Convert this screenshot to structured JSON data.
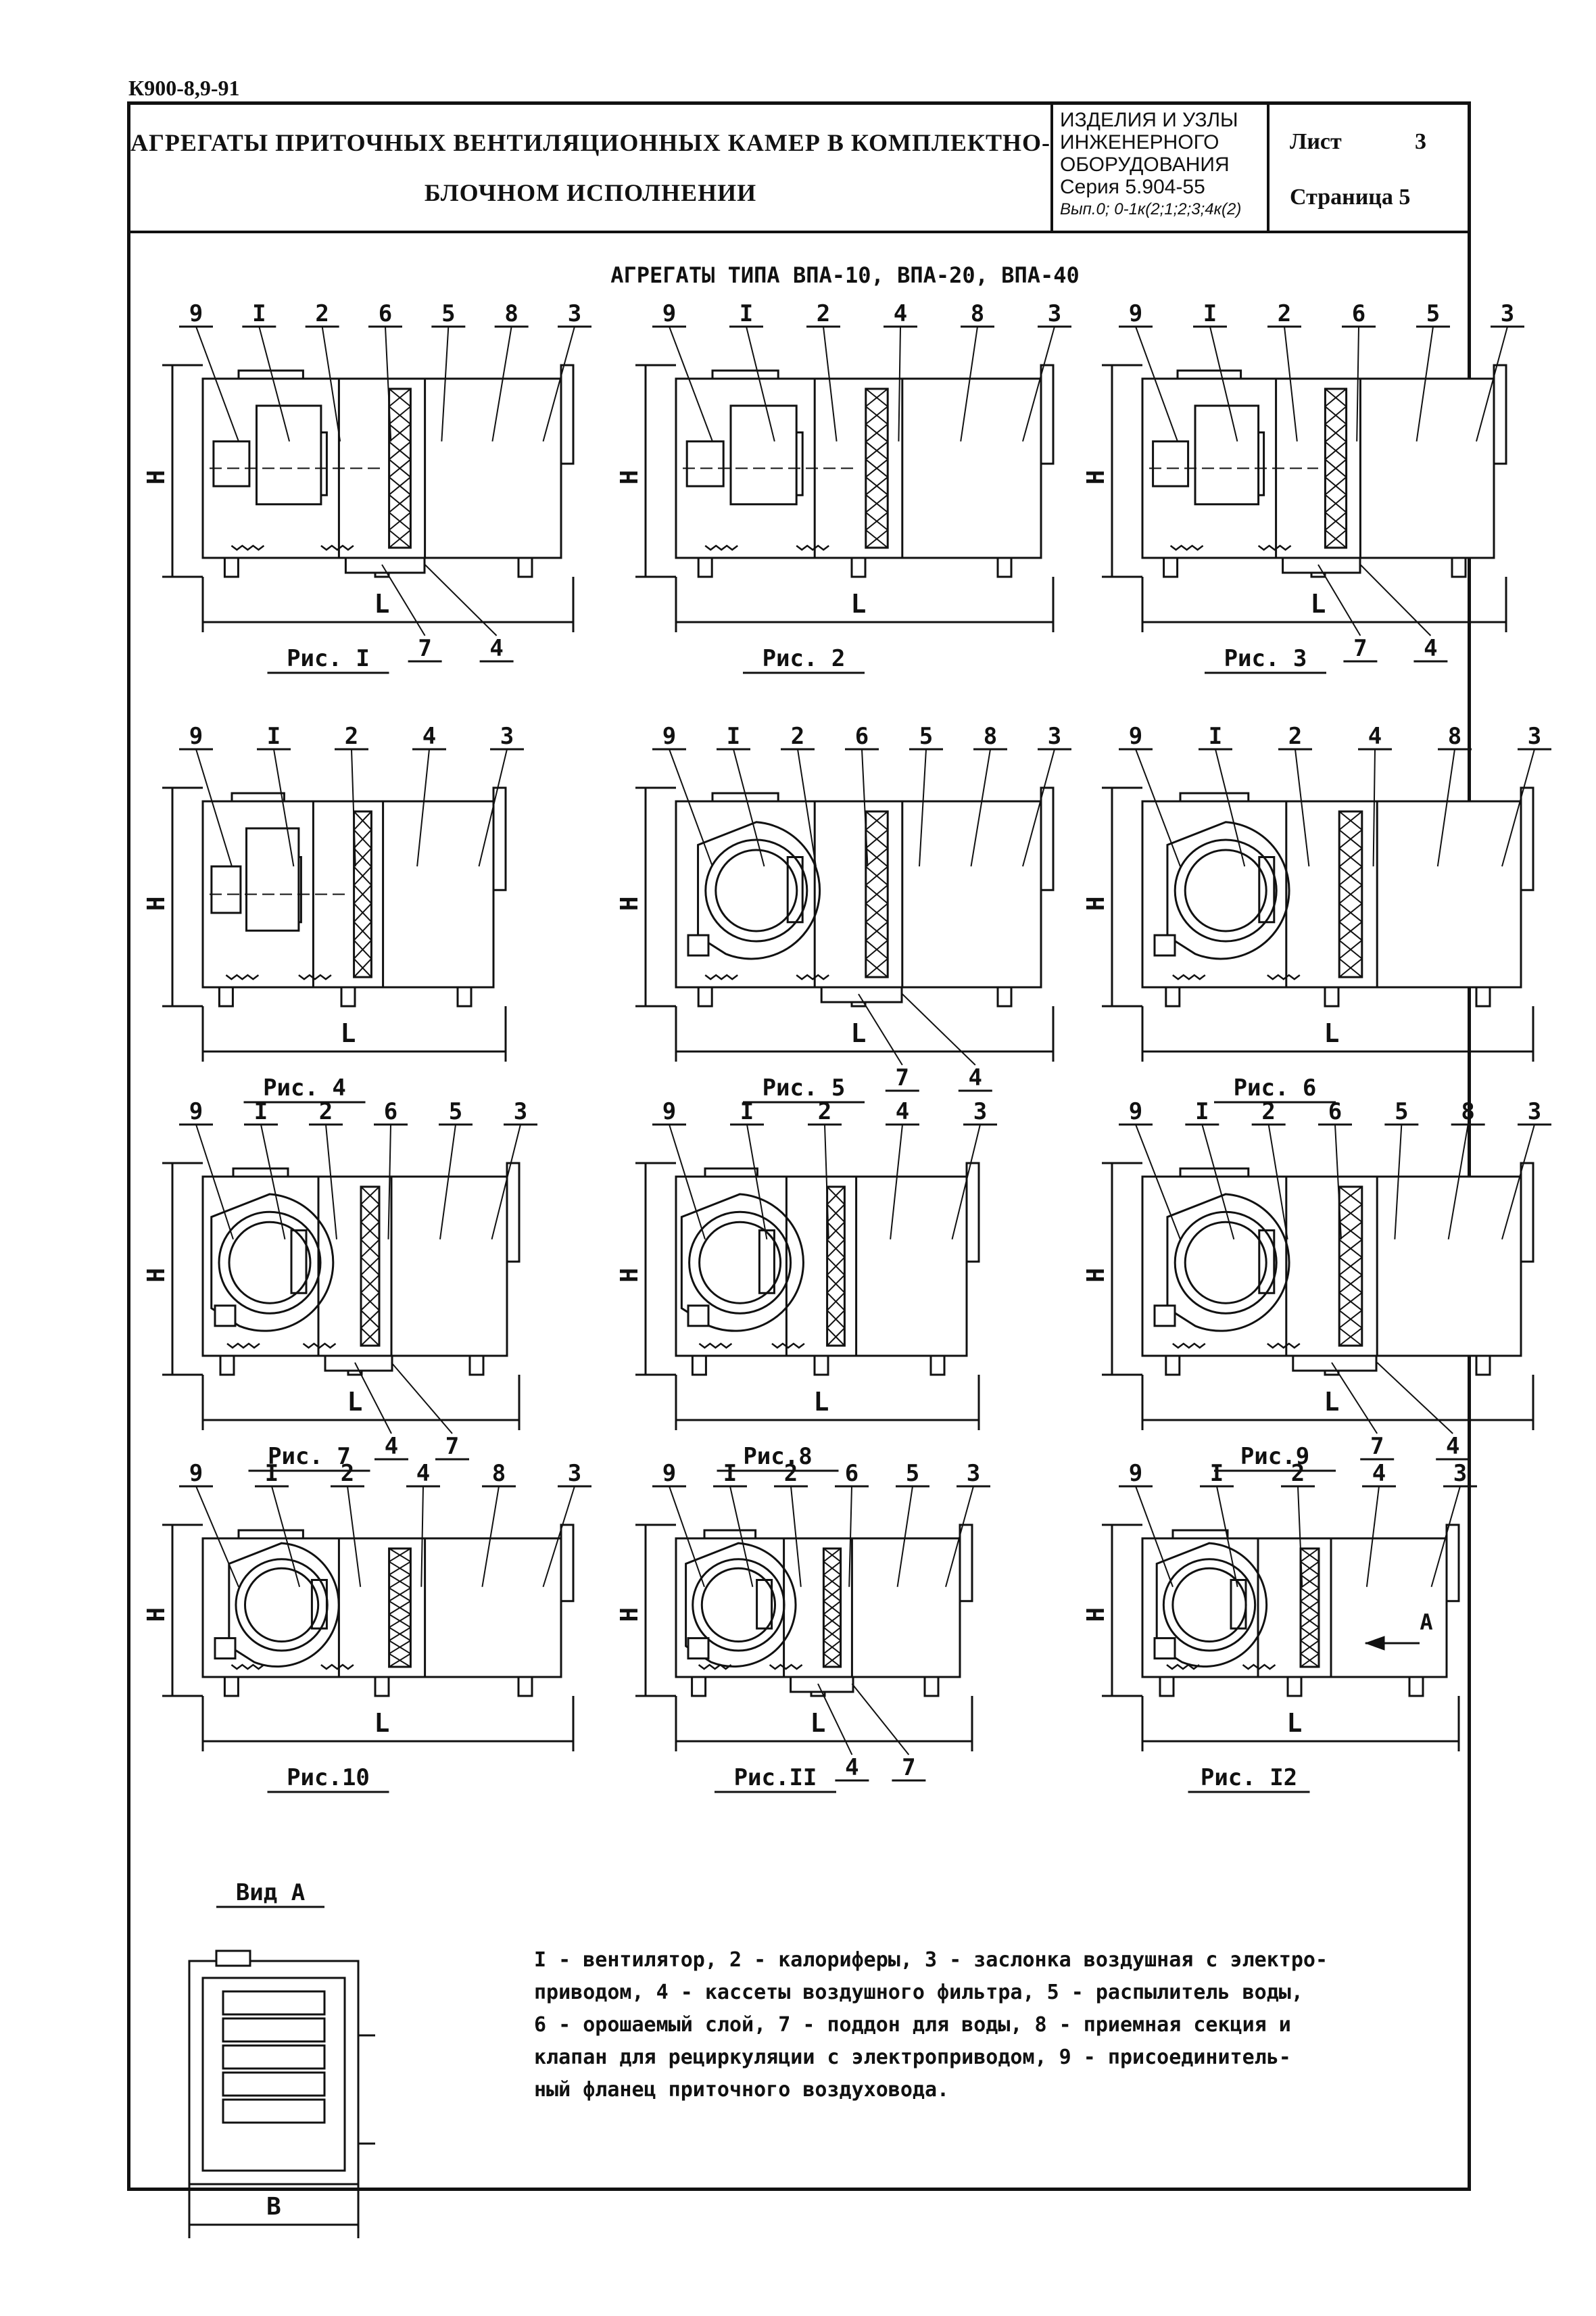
{
  "document": {
    "code": "К900-8,9-91",
    "title_line1": "АГРЕГАТЫ ПРИТОЧНЫХ ВЕНТИЛЯЦИОННЫХ КАМЕР В КОМПЛЕКТНО-",
    "title_line2": "БЛОЧНОМ ИСПОЛНЕНИИ",
    "series_line1": "ИЗДЕЛИЯ И УЗЛЫ",
    "series_line2": "ИНЖЕНЕРНОГО",
    "series_line3": "ОБОРУДОВАНИЯ",
    "series_line4": "Серия 5.904-55",
    "series_note": "Вып.0; 0-1к(2;1;2;3;4к(2)",
    "sheet_label": "Лист",
    "sheet_value": "3",
    "page_label": "Страница 5"
  },
  "heading": "АГРЕГАТЫ ТИПА ВПА-10, ВПА-20, ВПА-40",
  "dimension_labels": {
    "height": "H",
    "length": "L",
    "width": "B"
  },
  "figures": [
    {
      "caption": "Рис. I",
      "callouts_top": [
        "9",
        "I",
        "2",
        "6",
        "5",
        "8",
        "3"
      ],
      "callouts_bottom": [
        "7",
        "4"
      ]
    },
    {
      "caption": "Рис. 2",
      "callouts_top": [
        "9",
        "I",
        "2",
        "4",
        "8",
        "3"
      ],
      "callouts_bottom": []
    },
    {
      "caption": "Рис. 3",
      "callouts_top": [
        "9",
        "I",
        "2",
        "6",
        "5",
        "3"
      ],
      "callouts_bottom": [
        "7",
        "4"
      ]
    },
    {
      "caption": "Рис. 4",
      "callouts_top": [
        "9",
        "I",
        "2",
        "4",
        "3"
      ],
      "callouts_bottom": []
    },
    {
      "caption": "Рис. 5",
      "callouts_top": [
        "9",
        "I",
        "2",
        "6",
        "5",
        "8",
        "3"
      ],
      "callouts_bottom": [
        "7",
        "4"
      ]
    },
    {
      "caption": "Рис. 6",
      "callouts_top": [
        "9",
        "I",
        "2",
        "4",
        "8",
        "3"
      ],
      "callouts_bottom": []
    },
    {
      "caption": "Рис. 7",
      "callouts_top": [
        "9",
        "I",
        "2",
        "6",
        "5",
        "3"
      ],
      "callouts_bottom": [
        "4",
        "7"
      ]
    },
    {
      "caption": "Рис.8",
      "callouts_top": [
        "9",
        "I",
        "2",
        "4",
        "3"
      ],
      "callouts_bottom": []
    },
    {
      "caption": "Рис.9",
      "callouts_top": [
        "9",
        "I",
        "2",
        "6",
        "5",
        "8",
        "3"
      ],
      "callouts_bottom": [
        "7",
        "4"
      ]
    },
    {
      "caption": "Рис.10",
      "callouts_top": [
        "9",
        "I",
        "2",
        "4",
        "8",
        "3"
      ],
      "callouts_bottom": []
    },
    {
      "caption": "Рис.II",
      "callouts_top": [
        "9",
        "I",
        "2",
        "6",
        "5",
        "3"
      ],
      "callouts_bottom": [
        "4",
        "7"
      ]
    },
    {
      "caption": "Рис. I2",
      "callouts_top": [
        "9",
        "I",
        "2",
        "4",
        "3"
      ],
      "callouts_bottom": []
    }
  ],
  "view_a": {
    "title": "Вид А",
    "arrow_label": "А"
  },
  "legend_lines": [
    "I - вентилятор, 2 - калориферы, 3 - заслонка воздушная с электро-",
    "приводом, 4 - кассеты воздушного фильтра, 5 - распылитель воды,",
    "6 - орошаемый слой, 7 - поддон для воды, 8 - приемная секция и",
    "клапан для рециркуляции с электроприводом, 9 - присоединитель-",
    "ный фланец приточного воздуховода."
  ]
}
